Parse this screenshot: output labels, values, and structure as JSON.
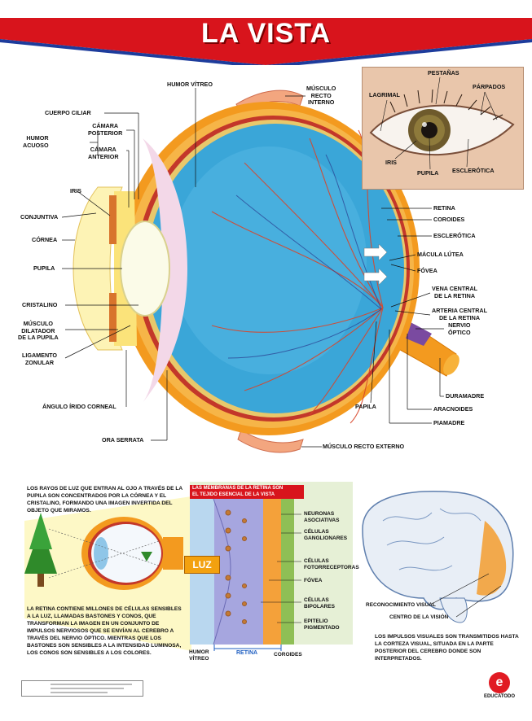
{
  "title": "LA VISTA",
  "labels": {
    "humor_vitreo": "HUMOR VÍTREO",
    "musculo_recto_interno": "MÚSCULO\nRECTO\nINTERNO",
    "cuerpo_ciliar": "CUERPO CILIAR",
    "humor_acuoso": "HUMOR\nACUOSO",
    "camara_posterior": "CÁMARA\nPOSTERIOR",
    "camara_anterior": "CÁMARA\nANTERIOR",
    "iris": "IRIS",
    "conjuntiva": "CONJUNTIVA",
    "cornea": "CÓRNEA",
    "pupila": "PUPILA",
    "cristalino": "CRISTALINO",
    "musculo_dilatador": "MÚSCULO\nDILATADOR\nDE LA PUPILA",
    "ligamento_zonular": "LIGAMENTO\nZONULAR",
    "angulo_irido": "ÁNGULO ÍRIDO CORNEAL",
    "ora_serrata": "ORA SERRATA",
    "musculo_recto_externo": "MÚSCULO RECTO EXTERNO",
    "retina": "RETINA",
    "coroides": "COROIDES",
    "esclerotica": "ESCLERÓTICA",
    "macula_lutea": "MÁCULA LÚTEA",
    "fovea": "FÓVEA",
    "vena_central": "VENA CENTRAL\nDE LA RETINA",
    "arteria_central": "ARTERIA CENTRAL\nDE LA RETINA",
    "nervio_optico": "NERVIO\nÓPTICO",
    "duramadre": "DURAMADRE",
    "aracnoides": "ARACNOIDES",
    "piamadre": "PIAMADRE",
    "papila": "PAPILA"
  },
  "photo_labels": {
    "pestanas": "PESTAÑAS",
    "lagrimal": "LAGRIMAL",
    "parpados": "PÁRPADOS",
    "iris": "IRIS",
    "pupila": "PUPILA",
    "esclerotica": "ESCLERÓTICA"
  },
  "bottom": {
    "para_top": "LOS RAYOS DE LUZ QUE ENTRAN AL OJO A TRAVÉS DE LA PUPILA SON CONCENTRADOS POR LA CÓRNEA Y EL CRISTALINO, FORMANDO UNA IMAGEN INVERTIDA DEL OBJETO QUE MIRAMOS.",
    "para_retina": "LA RETINA CONTIENE MILLONES DE CÉLULAS SENSIBLES A LA LUZ, LLAMADAS BASTONES Y CONOS, QUE TRANSFORMAN LA IMAGEN EN UN CONJUNTO DE IMPULSOS NERVIOSOS QUE SE ENVÍAN AL CEREBRO A TRAVÉS DEL NERVIO ÓPTICO. MIENTRAS QUE LOS BASTONES SON SENSIBLES A LA INTENSIDAD LUMINOSA, LOS CONOS SON SENSIBLES A LOS COLORES.",
    "luz": "LUZ",
    "ribbon": "LAS MEMBRANAS DE LA RETINA SON\nEL TEJIDO ESENCIAL DE LA VISTA",
    "neuronas": "NEURONAS\nASOCIATIVAS",
    "ganglionares": "CÉLULAS\nGANGLIONARES",
    "fotorreceptoras": "CÉLULAS\nFOTORRECEPTORAS",
    "fovea": "FÓVEA",
    "bipolares": "CÉLULAS\nBIPOLARES",
    "epitelio": "EPITELIO\nPIGMENTADO",
    "humor_vitreo": "HUMOR\nVÍTREO",
    "retina": "RETINA",
    "coroides": "COROIDES",
    "reconocimiento": "RECONOCIMIENTO VISUAL",
    "centro_vision": "CENTRO DE LA VISIÓN",
    "para_brain": "LOS IMPULSOS VISUALES SON TRANSMITIDOS HASTA LA CORTEZA VISUAL, SITUADA EN LA PARTE POSTERIOR DEL CEREBRO DONDE SON INTERPRETADOS."
  },
  "logo_text": "EDUCATODO",
  "colors": {
    "banner_red": "#d8141c",
    "banner_blue": "#1d3c9c",
    "vitreous": "#3aa6d8",
    "sclera": "#f39a1f",
    "vessel": "#d9452a",
    "luz": "#f3a10f"
  }
}
